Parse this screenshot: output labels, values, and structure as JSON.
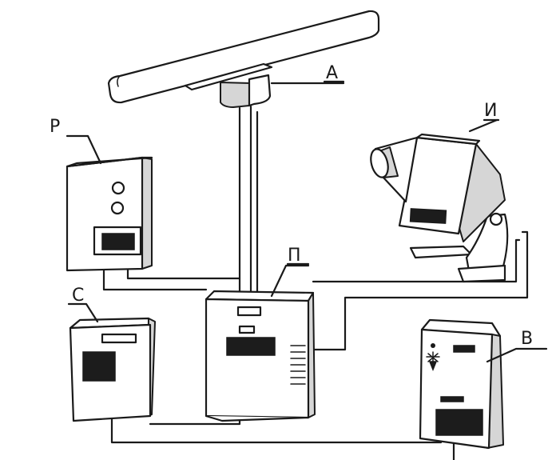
{
  "labels": {
    "antenna": "А",
    "control_panel": "Р",
    "indicator": "И",
    "transceiver": "П",
    "printer": "С",
    "power_unit": "В"
  }
}
